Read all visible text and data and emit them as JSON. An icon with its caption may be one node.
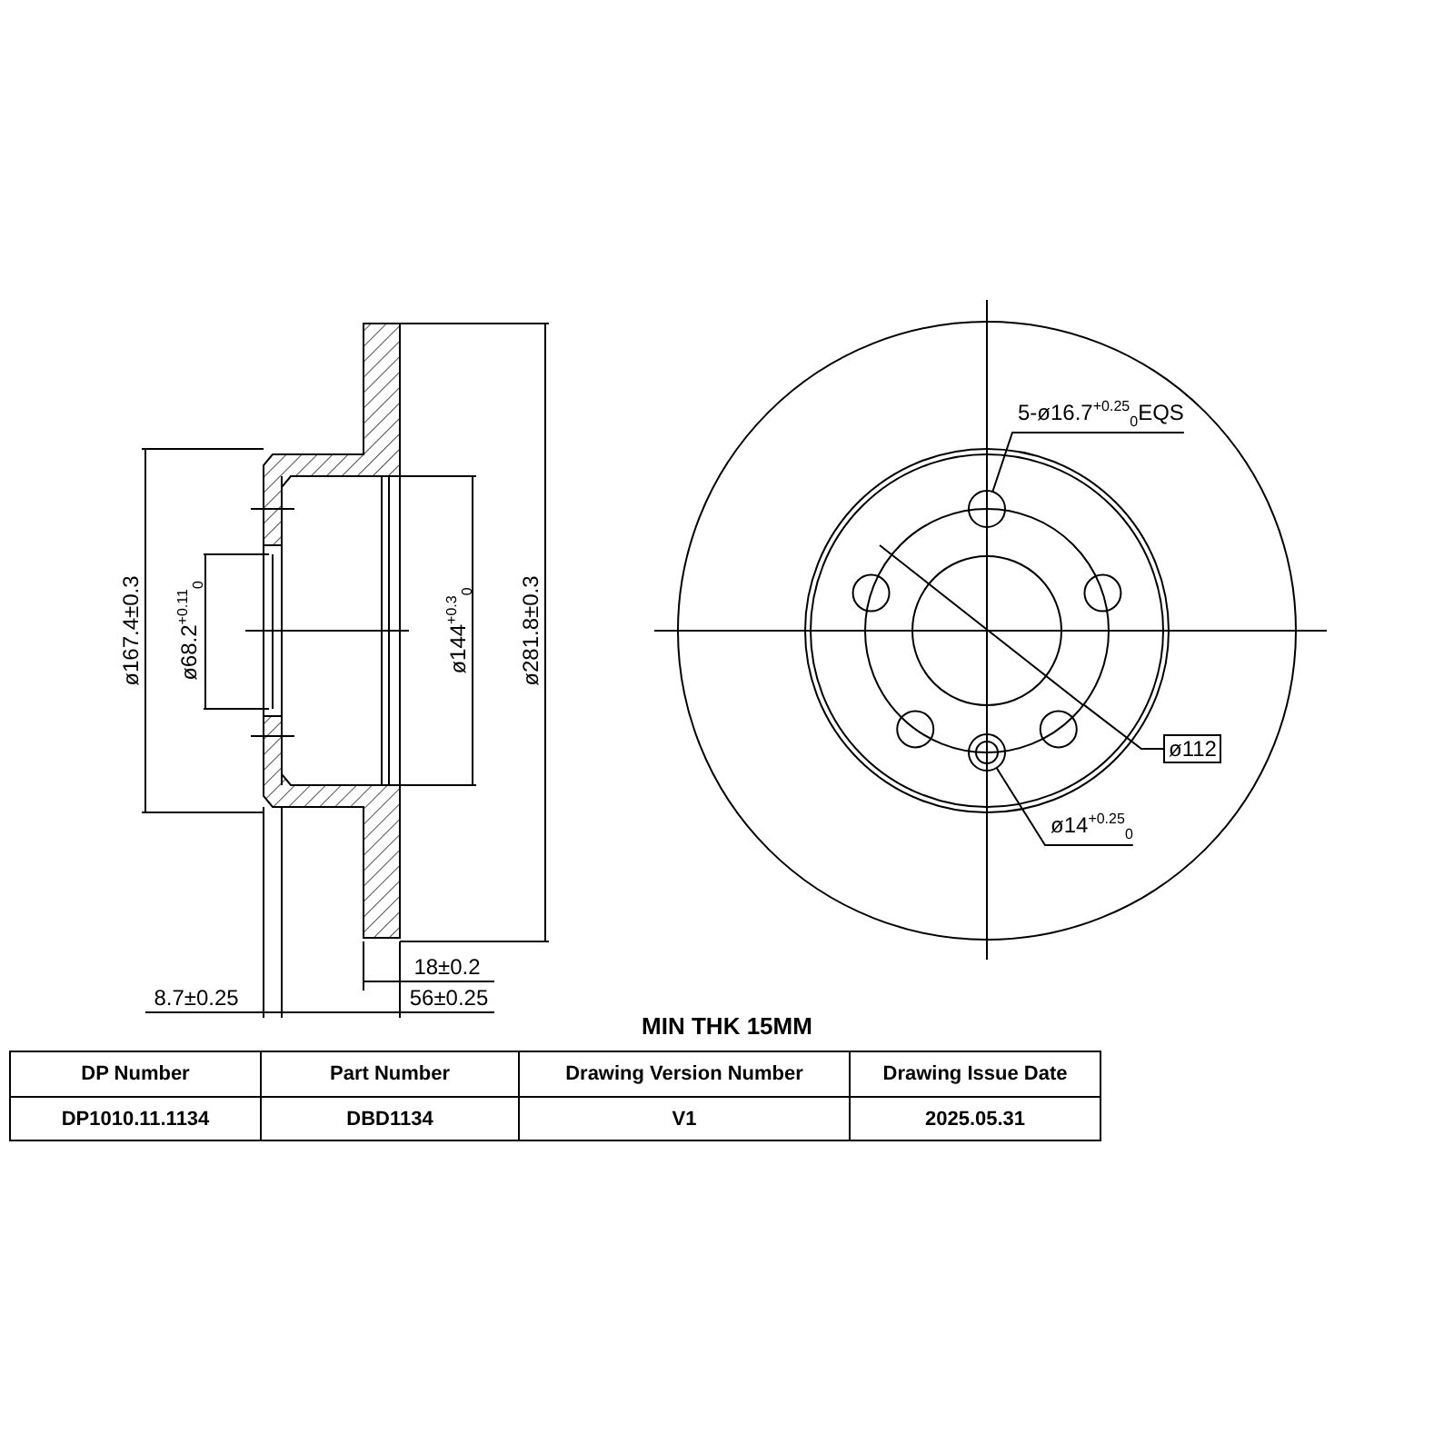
{
  "diagram": {
    "nodes": [
      {
        "text": [
          "5-ø16.7$^{+0.25}$$_{0}$EQS"
        ]
      },
      {
        "text": [],
        "shape": "circle"
      },
      {
        "text": [
          "ø112"
        ]
      },
      {
        "text": [],
        "shape": "circle"
      },
      {
        "text": [
          "ø14$^{+0.25}$$_{0}$"
        ]
      },
      {
        "text": [],
        "shape": "circle"
      }
    ],
    "edges": [
      {
        "from": 0,
        "to": 1,
        "arrow": "none"
      },
      {
        "from": 2,
        "to": 3,
        "arrow": "none"
      },
      {
        "from": 4,
        "to": 5,
        "arrow": "none"
      }
    ],
    "labels": [
      "ø167.4±0.3",
      "ø68.2$^{+0.11}$$_{0}$",
      "ø144$^{+0.3}$$_{0}$",
      "ø281.8±0.3",
      "18±0.2",
      "8.7±0.25",
      "56±0.25",
      "MIN THK 15MM",
      "DP Number",
      "Part Number",
      "Drawing Version Number",
      "Drawing Issue Date",
      "DP1010.11.1134",
      "DBD1134",
      "V1",
      "2025.05.31"
    ]
  }
}
